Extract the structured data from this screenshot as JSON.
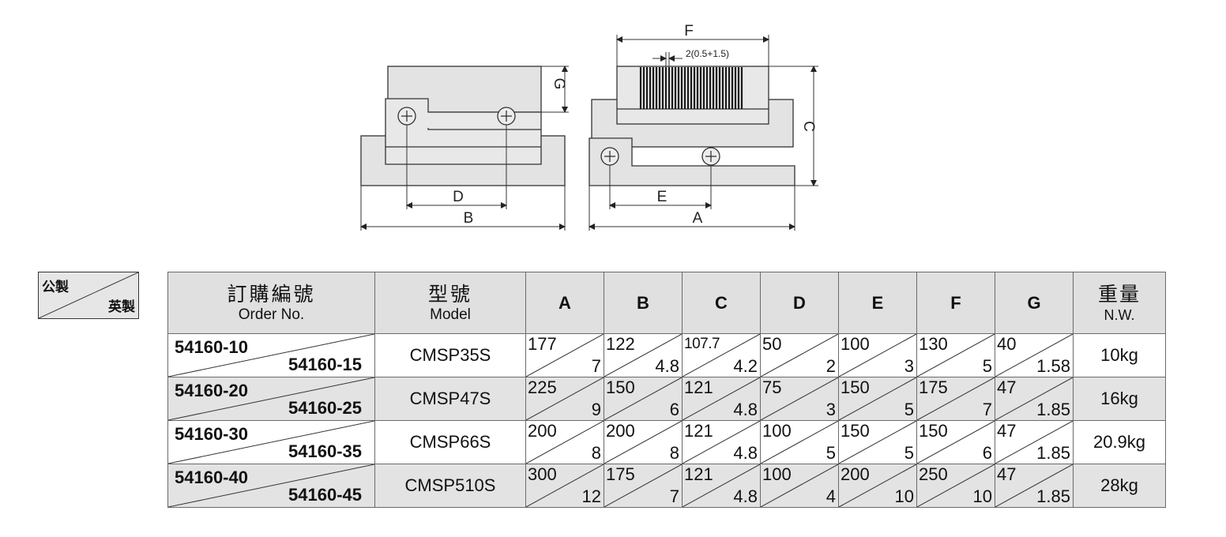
{
  "drawing": {
    "labels": {
      "A": "A",
      "B": "B",
      "C": "C",
      "D": "D",
      "E": "E",
      "F": "F",
      "G": "G"
    },
    "pitch_note": "2(0.5+1.5)"
  },
  "unit_box": {
    "metric": "公製",
    "imperial": "英製"
  },
  "table": {
    "headers": {
      "order_zh": "訂購編號",
      "order_en": "Order No.",
      "model_zh": "型號",
      "model_en": "Model",
      "cols": [
        "A",
        "B",
        "C",
        "D",
        "E",
        "F",
        "G"
      ],
      "weight_zh": "重量",
      "weight_en": "N.W."
    },
    "rows": [
      {
        "order_metric": "54160-10",
        "order_imperial": "54160-15",
        "model": "CMSP35S",
        "A": [
          "177",
          "7"
        ],
        "B": [
          "122",
          "4.8"
        ],
        "C": [
          "107.7",
          "4.2"
        ],
        "D": [
          "50",
          "2"
        ],
        "E": [
          "100",
          "3"
        ],
        "F": [
          "130",
          "5"
        ],
        "G": [
          "40",
          "1.58"
        ],
        "weight": "10kg"
      },
      {
        "order_metric": "54160-20",
        "order_imperial": "54160-25",
        "model": "CMSP47S",
        "A": [
          "225",
          "9"
        ],
        "B": [
          "150",
          "6"
        ],
        "C": [
          "121",
          "4.8"
        ],
        "D": [
          "75",
          "3"
        ],
        "E": [
          "150",
          "5"
        ],
        "F": [
          "175",
          "7"
        ],
        "G": [
          "47",
          "1.85"
        ],
        "weight": "16kg"
      },
      {
        "order_metric": "54160-30",
        "order_imperial": "54160-35",
        "model": "CMSP66S",
        "A": [
          "200",
          "8"
        ],
        "B": [
          "200",
          "8"
        ],
        "C": [
          "121",
          "4.8"
        ],
        "D": [
          "100",
          "5"
        ],
        "E": [
          "150",
          "5"
        ],
        "F": [
          "150",
          "6"
        ],
        "G": [
          "47",
          "1.85"
        ],
        "weight": "20.9kg"
      },
      {
        "order_metric": "54160-40",
        "order_imperial": "54160-45",
        "model": "CMSP510S",
        "A": [
          "300",
          "12"
        ],
        "B": [
          "175",
          "7"
        ],
        "C": [
          "121",
          "4.8"
        ],
        "D": [
          "100",
          "4"
        ],
        "E": [
          "200",
          "10"
        ],
        "F": [
          "250",
          "10"
        ],
        "G": [
          "47",
          "1.85"
        ],
        "weight": "28kg"
      }
    ]
  }
}
